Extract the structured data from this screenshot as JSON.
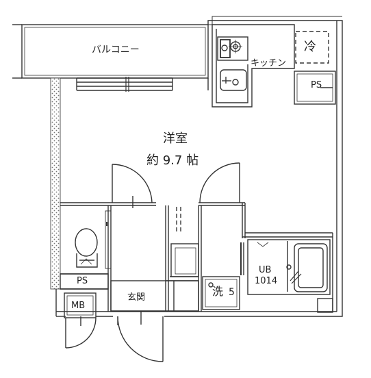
{
  "rooms": {
    "balcony": "バルコニー",
    "kitchen": "キッチン",
    "western_room": "洋室",
    "room_size": "約 9.7 帖",
    "entrance": "玄関",
    "unit_bath": "UB",
    "unit_bath_code": "1014"
  },
  "fixtures": {
    "refrigerator": "冷",
    "pipe_space_top": "PS",
    "pipe_space_bottom": "PS",
    "meter_box": "MB",
    "washer": "洗",
    "washer_digit": "5"
  },
  "colors": {
    "line": "#333333",
    "wall_hatch": "#888888"
  }
}
